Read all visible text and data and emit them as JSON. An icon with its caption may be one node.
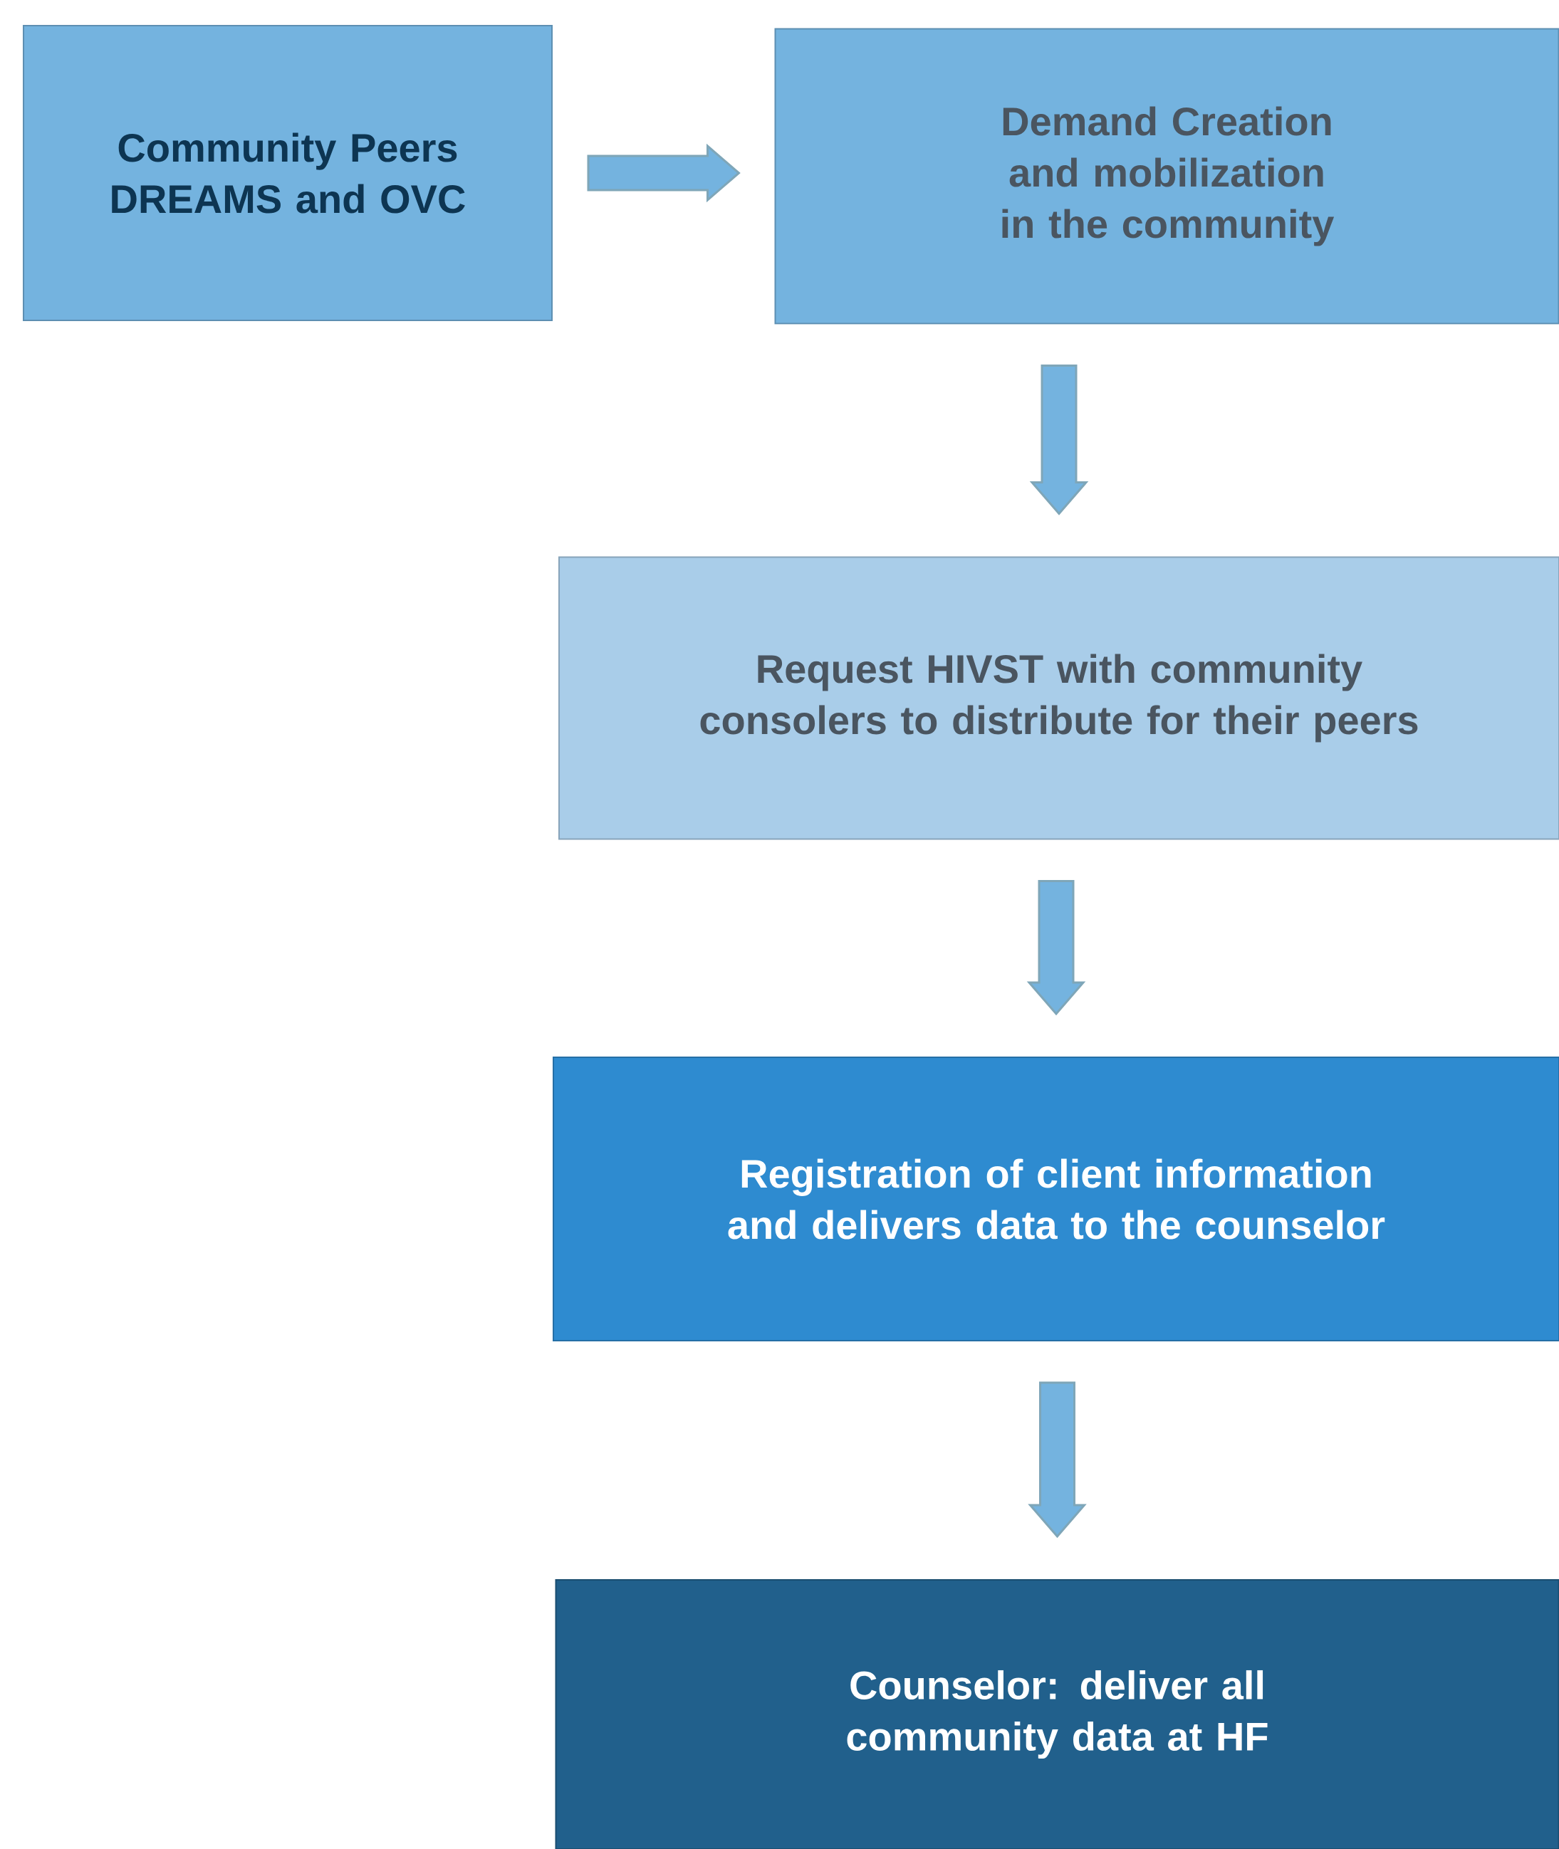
{
  "diagram": {
    "nodes": [
      {
        "text": [
          "Community Peers DREAMS  and OVC"
        ]
      },
      {
        "text": [
          "Demand Creation and mobilization in the community"
        ]
      },
      {
        "text": [
          "Request HIVST with community consolers to distribute for their peers"
        ]
      },
      {
        "text": [
          "Registration of client information  and delivers data to the counselor"
        ]
      },
      {
        "text": [
          "Counselor: deliver all community data at HF"
        ]
      }
    ],
    "edges": [
      {
        "from": 0,
        "to": 1,
        "arrow": "to"
      },
      {
        "from": 1,
        "to": 2,
        "arrow": "to"
      },
      {
        "from": 2,
        "to": 3,
        "arrow": "to"
      },
      {
        "from": 3,
        "to": 4,
        "arrow": "to"
      }
    ]
  }
}
